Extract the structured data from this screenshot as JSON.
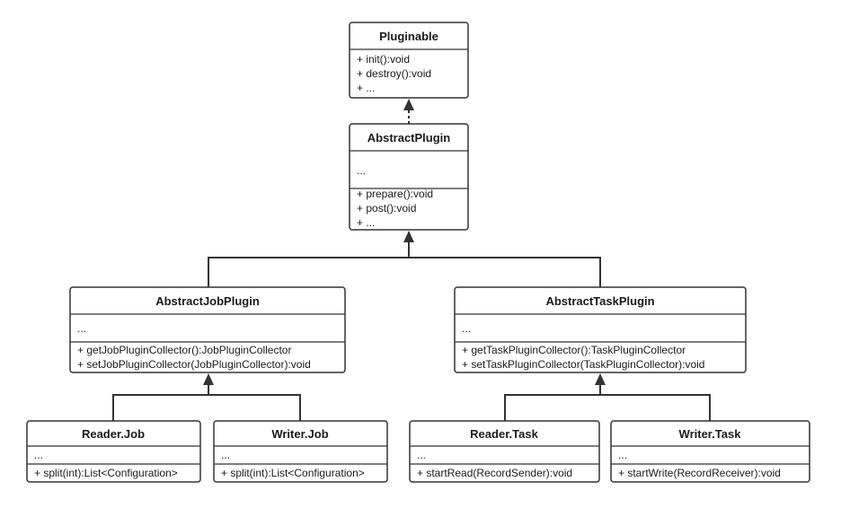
{
  "classes": {
    "pluginable": {
      "name": "Pluginable",
      "attributes": [],
      "methods": [
        "+ init():void",
        "+ destroy():void",
        "+ ..."
      ]
    },
    "abstract_plugin": {
      "name": "AbstractPlugin",
      "attributes": [
        "..."
      ],
      "methods": [
        "+ prepare():void",
        "+ post():void",
        "+ ..."
      ]
    },
    "abstract_job_plugin": {
      "name": "AbstractJobPlugin",
      "attributes": [
        "..."
      ],
      "methods": [
        "+ getJobPluginCollector():JobPluginCollector",
        "+ setJobPluginCollector(JobPluginCollector):void"
      ]
    },
    "abstract_task_plugin": {
      "name": "AbstractTaskPlugin",
      "attributes": [
        "..."
      ],
      "methods": [
        "+ getTaskPluginCollector():TaskPluginCollector",
        "+ setTaskPluginCollector(TaskPluginCollector):void"
      ]
    },
    "reader_job": {
      "name": "Reader.Job",
      "attributes": [
        "..."
      ],
      "methods": [
        "+ split(int):List<Configuration>"
      ]
    },
    "writer_job": {
      "name": "Writer.Job",
      "attributes": [
        "..."
      ],
      "methods": [
        "+ split(int):List<Configuration>"
      ]
    },
    "reader_task": {
      "name": "Reader.Task",
      "attributes": [
        "..."
      ],
      "methods": [
        "+ startRead(RecordSender):void"
      ]
    },
    "writer_task": {
      "name": "Writer.Task",
      "attributes": [
        "..."
      ],
      "methods": [
        "+ startWrite(RecordReceiver):void"
      ]
    }
  },
  "relations": [
    {
      "from": "abstract_plugin",
      "to": "pluginable",
      "kind": "realization"
    },
    {
      "from": "abstract_job_plugin",
      "to": "abstract_plugin",
      "kind": "generalization"
    },
    {
      "from": "abstract_task_plugin",
      "to": "abstract_plugin",
      "kind": "generalization"
    },
    {
      "from": "reader_job",
      "to": "abstract_job_plugin",
      "kind": "generalization"
    },
    {
      "from": "writer_job",
      "to": "abstract_job_plugin",
      "kind": "generalization"
    },
    {
      "from": "reader_task",
      "to": "abstract_task_plugin",
      "kind": "generalization"
    },
    {
      "from": "writer_task",
      "to": "abstract_task_plugin",
      "kind": "generalization"
    }
  ]
}
